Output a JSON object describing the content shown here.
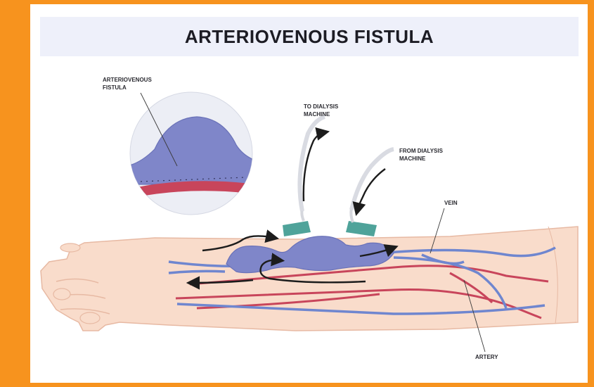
{
  "title": "ARTERIOVENOUS FISTULA",
  "labels": {
    "fistula_line1": "ARTERIOVENOUS",
    "fistula_line2": "FISTULA",
    "to_line1": "TO DIALYSIS",
    "to_line2": "MACHINE",
    "from_line1": "FROM DIALYSIS",
    "from_line2": "MACHINE",
    "vein": "VEIN",
    "artery": "ARTERY"
  },
  "colors": {
    "frame": "#f7931e",
    "skin": "#f9dccb",
    "skin_outline": "#e7b9a3",
    "vein": "#7f86c9",
    "vein_line": "#5f77c4",
    "artery": "#c8455b",
    "needle": "#4fa39a",
    "arrow": "#1c1c1c",
    "inset_bg": "#eceef5"
  }
}
